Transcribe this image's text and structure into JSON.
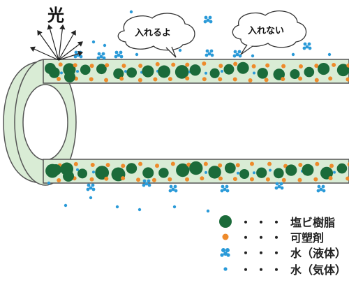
{
  "title": "光",
  "bubbles": {
    "left": "入れるよ",
    "right": "入れない"
  },
  "legend": [
    {
      "marker": "pvc-marker",
      "dots": "・・・",
      "label": "塩ビ樹脂"
    },
    {
      "marker": "plasticizer-marker",
      "dots": "・・・",
      "label": "可塑剤"
    },
    {
      "marker": "water-liquid-marker",
      "dots": "・・・",
      "label": "水（液体）"
    },
    {
      "marker": "water-gas-marker",
      "dots": "・・・",
      "label": "水（気体）"
    }
  ],
  "colors": {
    "pvc": "#1b6b3a",
    "plasticizer": "#ee8a2a",
    "water": "#2a9ad8",
    "tube_fill": "#d9ecd5",
    "tube_stroke": "#555555"
  }
}
